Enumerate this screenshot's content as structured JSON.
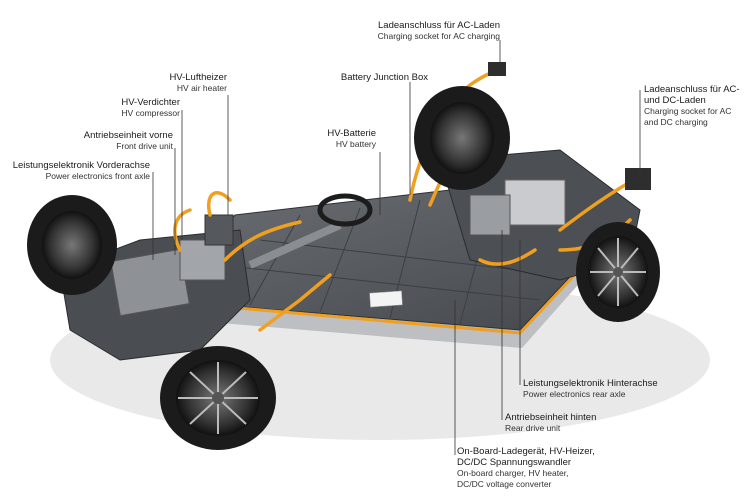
{
  "labels": {
    "ac_socket": {
      "de": "Ladeanschluss für AC-Laden",
      "en": "Charging socket for AC charging"
    },
    "ac_dc_socket": {
      "de": [
        "Ladeanschluss für AC-",
        "und DC-Laden"
      ],
      "en": [
        "Charging socket for AC",
        "and DC charging"
      ]
    },
    "junction_box": {
      "de": "Battery Junction Box"
    },
    "hv_battery": {
      "de": "HV-Batterie",
      "en": "HV battery"
    },
    "air_heater": {
      "de": "HV-Luftheizer",
      "en": "HV air heater"
    },
    "compressor": {
      "de": "HV-Verdichter",
      "en": "HV compressor"
    },
    "front_drive": {
      "de": "Antriebseinheit vorne",
      "en": "Front drive unit"
    },
    "front_power": {
      "de": "Leistungselektronik Vorderachse",
      "en": "Power electronics front axle"
    },
    "rear_power": {
      "de": "Leistungselektronik Hinterachse",
      "en": "Power electronics rear axle"
    },
    "rear_drive": {
      "de": "Antriebseinheit hinten",
      "en": "Rear drive unit"
    },
    "charger": {
      "de": [
        "On-Board-Ladegerät, HV-Heizer,",
        "DC/DC Spannungswandler"
      ],
      "en": [
        "On-board charger, HV heater,",
        "DC/DC voltage converter"
      ]
    }
  },
  "colors": {
    "cable": "#f0a020",
    "chassis": "#3a3d42",
    "battery": "#5a5e63",
    "tire": "#1b1b1b",
    "leader": "#333333"
  }
}
